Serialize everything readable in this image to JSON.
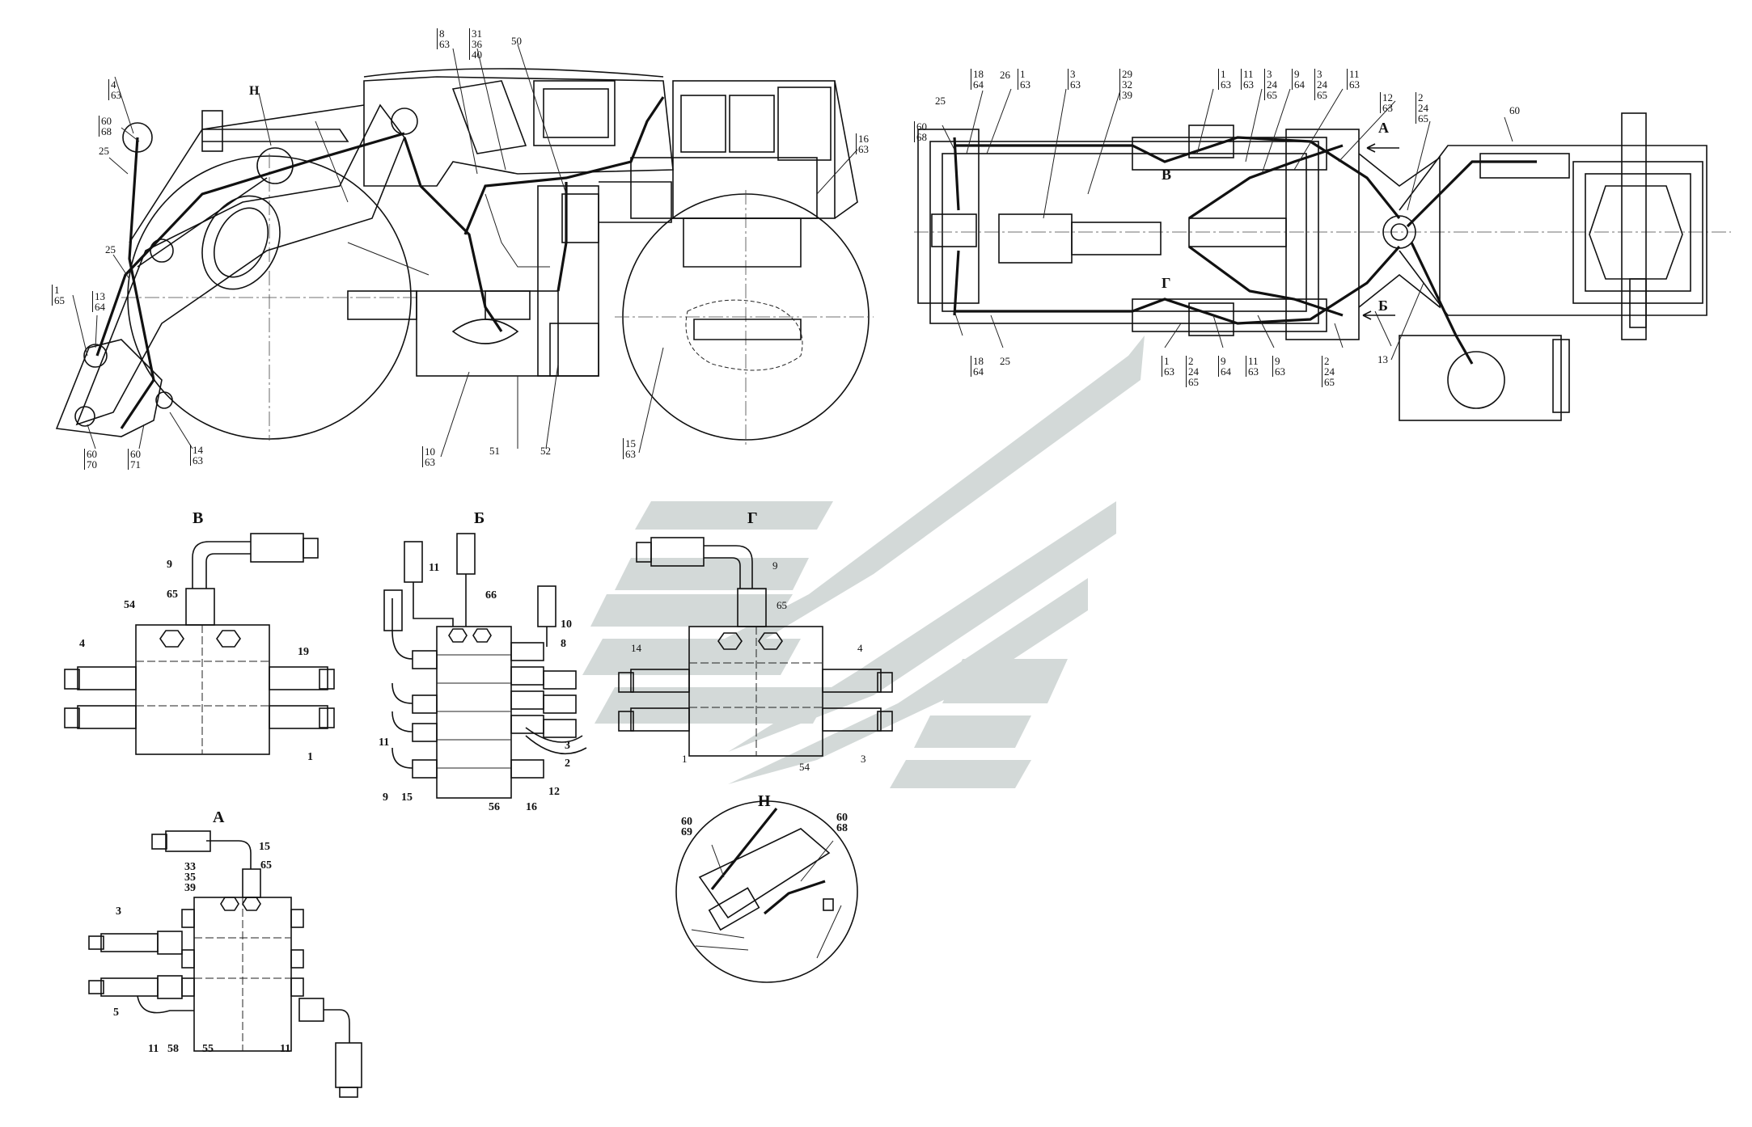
{
  "view_titles": {
    "v": "В",
    "b": "Б",
    "g": "Г",
    "a": "А",
    "n": "Н"
  },
  "side_labels": {
    "l4": "4\n63",
    "l60": "60\n68",
    "l25a": "25",
    "l25b": "25",
    "l1": "1\n65",
    "l13": "13\n64",
    "l60b": "60\n70",
    "l60c": "60\n71",
    "l14": "14\n63",
    "lH": "Н",
    "l8": "8\n63",
    "l31": "31\n36\n40",
    "l50": "50",
    "l16": "16\n63",
    "l10": "10\n63",
    "l51": "51",
    "l52": "52",
    "l15": "15\n63"
  },
  "top_labels": {
    "t18a": "18\n64",
    "t26": "26",
    "t1a": "1\n63",
    "t3": "3\n63",
    "t29": "29\n32\n39",
    "t1b": "1\n63",
    "t11a": "11\n63",
    "t3b": "3\n24\n65",
    "t9": "9\n64",
    "t3c": "3\n24\n65",
    "t11b": "11\n63",
    "t12": "12\n63",
    "t2": "2\n24\n65",
    "t60": "60",
    "t25": "25",
    "t60b": "60\n68",
    "tA": "А",
    "tV": "В",
    "tG": "Г",
    "tB": "Б",
    "b18": "18\n64",
    "b25": "25",
    "b1": "1\n63",
    "b2": "2\n24\n65",
    "b9": "9\n64",
    "b11": "11\n63",
    "b9b": "9\n63",
    "b2b": "2\n24\n65",
    "b13": "13"
  },
  "view_v_labels": {
    "n9": "9",
    "n65": "65",
    "n54": "54",
    "n4": "4",
    "n19": "19",
    "n1": "1"
  },
  "view_b_labels": {
    "n11": "11",
    "n66": "66",
    "n10": "10",
    "n8": "8",
    "n11b": "11",
    "n3": "3",
    "n2": "2",
    "n9": "9",
    "n15": "15",
    "n56": "56",
    "n16": "16",
    "n12": "12"
  },
  "view_g_labels": {
    "n9": "9",
    "n65": "65",
    "n14": "14",
    "n4": "4",
    "n1": "1",
    "n54": "54",
    "n3": "3"
  },
  "view_a_labels": {
    "n15": "15",
    "n65": "65",
    "n33": "33\n35\n39",
    "n3": "3",
    "n5": "5",
    "n11": "11",
    "n58": "58",
    "n55": "55",
    "n11b": "11"
  },
  "view_n_labels": {
    "n60a": "60\n69",
    "n60b": "60\n68"
  },
  "colors": {
    "line": "#111111",
    "watermark": "#d3d9d8",
    "bg": "#ffffff"
  }
}
